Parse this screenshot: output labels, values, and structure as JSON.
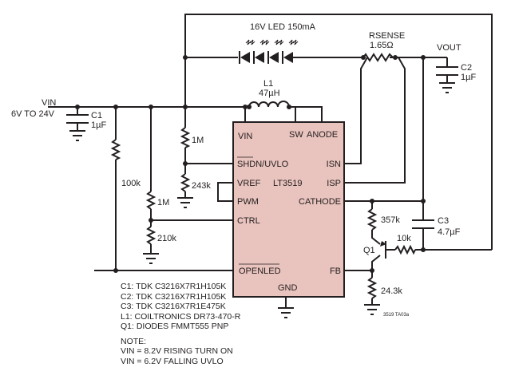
{
  "colors": {
    "ic_fill": "#e9c3bd",
    "wire": "#231f20"
  },
  "ic": {
    "name": "LT3519",
    "pins_left": [
      "VIN",
      "SHDN/UVLO",
      "VREF",
      "PWM",
      "CTRL",
      "OPENLED"
    ],
    "pins_right": [
      "SW",
      "ANODE",
      "ISN",
      "ISP",
      "CATHODE",
      "FB"
    ],
    "pin_bottom": "GND"
  },
  "labels": {
    "vin": "VIN",
    "vin_range": "6V TO 24V",
    "c1": "C1",
    "c1_val": "1µF",
    "c2": "C2",
    "c2_val": "1µF",
    "c3": "C3",
    "c3_val": "4.7µF",
    "l1": "L1",
    "l1_val": "47µH",
    "led": "16V LED 150mA",
    "rsense": "RSENSE",
    "rsense_val": "1.65Ω",
    "vout": "VOUT",
    "r_100k": "100k",
    "r_1m_a": "1M",
    "r_243k": "243k",
    "r_1m_b": "1M",
    "r_210k": "210k",
    "r_357k": "357k",
    "r_10k": "10k",
    "r_24k3": "24.3k",
    "q1": "Q1",
    "fig_id": "3519 TA03a"
  },
  "bom": [
    "C1: TDK C3216X7R1H105K",
    "C2: TDK C3216X7R1H105K",
    "C3: TDK C3216X7R1E475K",
    "L1: COILTRONICS DR73-470-R",
    "Q1: DIODES FMMT555 PNP"
  ],
  "note": {
    "title": "NOTE:",
    "lines": [
      "VIN = 8.2V RISING TURN ON",
      "VIN = 6.2V FALLING UVLO"
    ]
  }
}
